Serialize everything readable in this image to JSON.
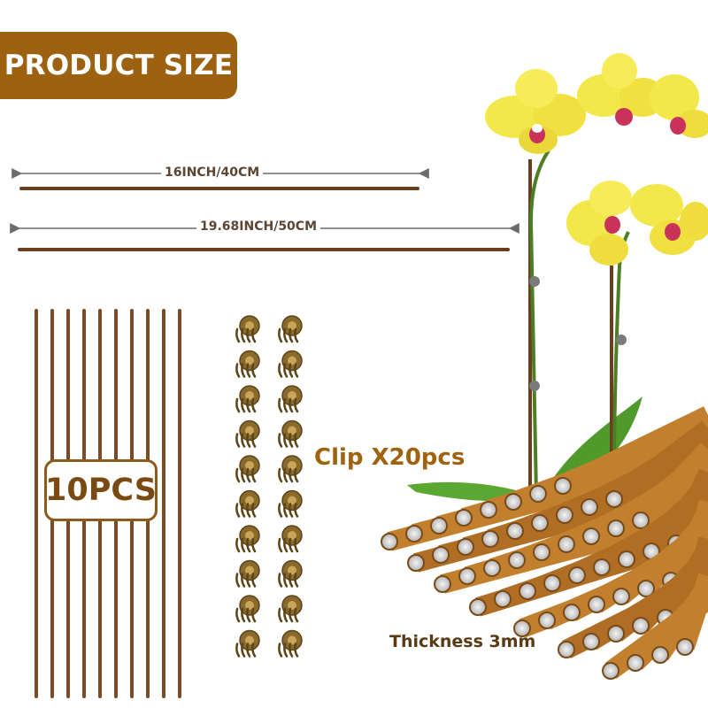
{
  "banner": {
    "title": "PRODUCT SIZE"
  },
  "dimensions": [
    {
      "label": "16INCH/40CM"
    },
    {
      "label": "19.68INCH/50CM"
    }
  ],
  "sticks": {
    "count_label": "10PCS",
    "count": 10
  },
  "clips": {
    "label": "Clip X20pcs",
    "count": 20
  },
  "bundle": {
    "thickness_label": "Thickness 3mm"
  },
  "colors": {
    "brand_brown": "#9c6212",
    "stick_brown": "#7b4a26",
    "petal_yellow": "#f3e84a"
  }
}
